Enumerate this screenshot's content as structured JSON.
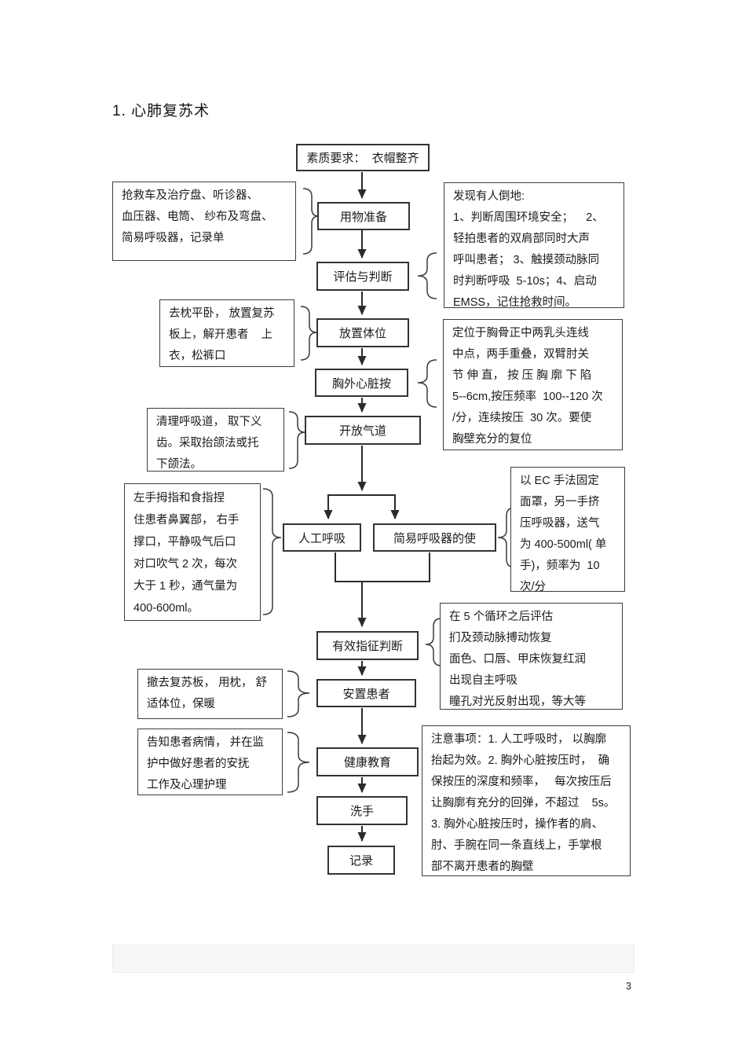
{
  "page": {
    "title": "1. 心肺复苏术",
    "number": "3"
  },
  "flowchart": {
    "steps": [
      {
        "label": "素质要求：  衣帽整齐"
      },
      {
        "label": "用物准备"
      },
      {
        "label": "评估与判断"
      },
      {
        "label": "放置体位"
      },
      {
        "label": "胸外心脏按"
      },
      {
        "label": "开放气道"
      },
      {
        "label": "人工呼吸"
      },
      {
        "label": "简易呼吸器的使"
      },
      {
        "label": "有效指征判断"
      },
      {
        "label": "安置患者"
      },
      {
        "label": "健康教育"
      },
      {
        "label": "洗手"
      },
      {
        "label": "记录"
      }
    ],
    "notes_left": [
      {
        "text": "抢救车及治疗盘、听诊器、\n血压器、电筒、 纱布及弯盘、\n简易呼吸器，记录单"
      },
      {
        "text": "去枕平卧， 放置复苏\n板上，解开患者    上\n衣，松裤口"
      },
      {
        "text": "清理呼吸道， 取下义\n齿。采取抬颌法或托\n下颌法。"
      },
      {
        "text": "左手拇指和食指捏\n住患者鼻翼部， 右手\n撑口，平静吸气后口\n对口吹气 2 次，每次\n大于 1 秒，通气量为\n400-600ml。"
      },
      {
        "text": "撤去复苏板， 用枕， 舒\n适体位，保暖"
      },
      {
        "text": "告知患者病情， 并在监\n护中做好患者的安抚\n工作及心理护理"
      }
    ],
    "notes_right": [
      {
        "text": "发现有人倒地:\n1、判断周围环境安全；    2、\n轻拍患者的双肩部同时大声\n呼叫患者； 3、触摸颈动脉同\n时判断呼吸  5-10s；4、启动\nEMSS，记住抢救时间。"
      },
      {
        "text": "定位于胸骨正中两乳头连线\n中点，两手重叠，双臂肘关\n节 伸 直， 按 压 胸 廓 下 陷\n5--6cm,按压频率  100--120 次\n/分，连续按压  30 次。要使\n胸壁充分的复位"
      },
      {
        "text": "以 EC 手法固定\n面罩，另一手挤\n压呼吸器，送气\n为 400-500ml( 单\n手)，频率为  10\n次/分"
      },
      {
        "text": "在 5 个循环之后评估\n扪及颈动脉搏动恢复\n面色、口唇、甲床恢复红润\n出现自主呼吸\n瞳孔对光反射出现，等大等"
      },
      {
        "text": "注意事项：1. 人工呼吸时， 以胸廓\n抬起为效。2. 胸外心脏按压时，  确\n保按压的深度和频率，   每次按压后\n让胸廓有充分的回弹，不超过    5s。\n3. 胸外心脏按压时，操作者的肩、\n肘、手腕在同一条直线上，手掌根\n部不离开患者的胸壁"
      }
    ]
  }
}
